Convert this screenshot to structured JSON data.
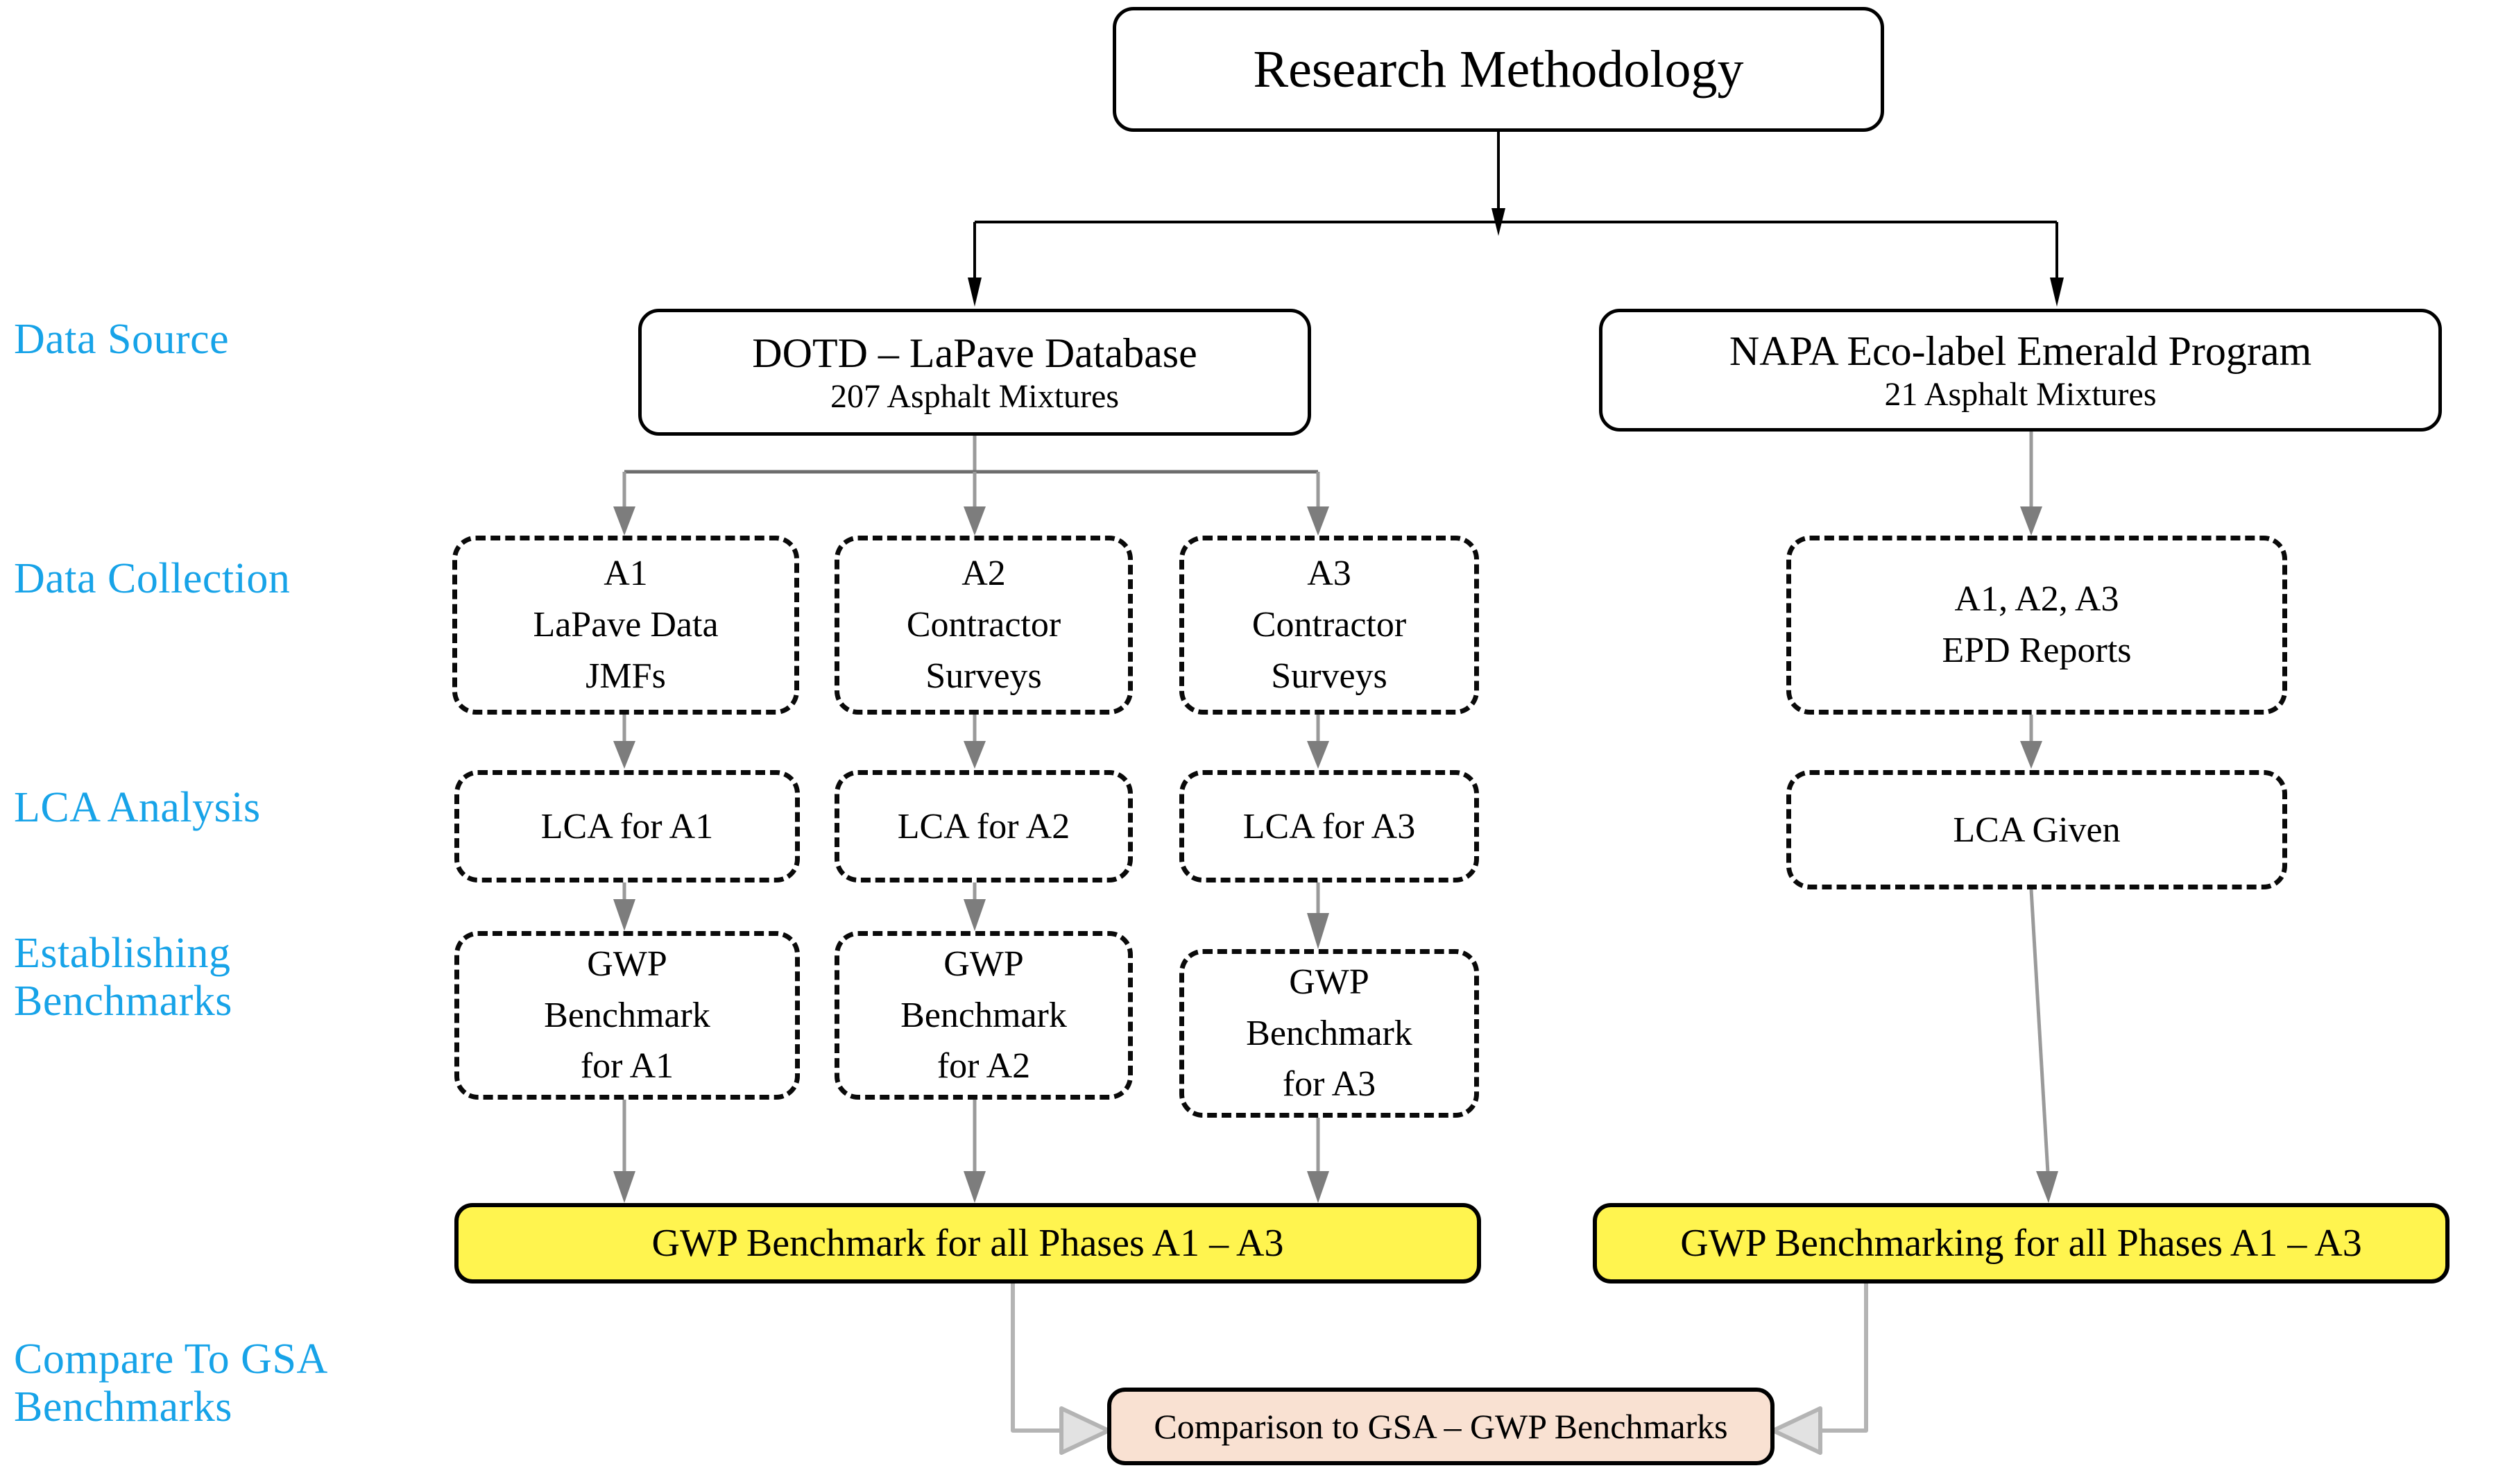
{
  "diagram": {
    "title": "Research Methodology",
    "accent_color": "#17A3E8",
    "highlight_color": "#FFF44F",
    "result_color": "#F9E1D2"
  },
  "stage_labels": [
    {
      "id": "data-source",
      "text": "Data Source"
    },
    {
      "id": "data-collection",
      "text": "Data Collection"
    },
    {
      "id": "lca-analysis",
      "text": "LCA Analysis"
    },
    {
      "id": "establishing-benchmarks",
      "text": "Establishing\nBenchmarks"
    },
    {
      "id": "compare-to-gsa",
      "text": "Compare To GSA\nBenchmarks"
    }
  ],
  "root": {
    "label": "Research Methodology"
  },
  "sources": [
    {
      "id": "dotd",
      "line1": "DOTD – LaPave Database",
      "line2": "207 Asphalt Mixtures"
    },
    {
      "id": "napa",
      "line1": "NAPA Eco-label Emerald Program",
      "line2": "21 Asphalt Mixtures"
    }
  ],
  "data_collection": [
    {
      "id": "a1",
      "line1": "A1",
      "line2": "LaPave Data",
      "line3": "JMFs"
    },
    {
      "id": "a2",
      "line1": "A2",
      "line2": "Contractor",
      "line3": "Surveys"
    },
    {
      "id": "a3",
      "line1": "A3",
      "line2": "Contractor",
      "line3": "Surveys"
    },
    {
      "id": "napa-epd",
      "line1": "A1, A2, A3",
      "line2": "EPD Reports",
      "line3": ""
    }
  ],
  "lca_analysis": [
    {
      "id": "lca-a1",
      "label": "LCA for A1"
    },
    {
      "id": "lca-a2",
      "label": "LCA for A2"
    },
    {
      "id": "lca-a3",
      "label": "LCA for A3"
    },
    {
      "id": "lca-given",
      "label": "LCA Given"
    }
  ],
  "benchmarks": [
    {
      "id": "gwp-a1",
      "line1": "GWP",
      "line2": "Benchmark",
      "line3": "for A1"
    },
    {
      "id": "gwp-a2",
      "line1": "GWP",
      "line2": "Benchmark",
      "line3": "for A2"
    },
    {
      "id": "gwp-a3",
      "line1": "GWP",
      "line2": "Benchmark",
      "line3": "for A3"
    }
  ],
  "summary_bars": [
    {
      "id": "gwp-all-left",
      "label": "GWP Benchmark for all Phases A1 – A3"
    },
    {
      "id": "gwp-all-right",
      "label": "GWP Benchmarking  for all Phases A1 – A3"
    }
  ],
  "comparison": {
    "label": "Comparison to GSA – GWP Benchmarks"
  }
}
